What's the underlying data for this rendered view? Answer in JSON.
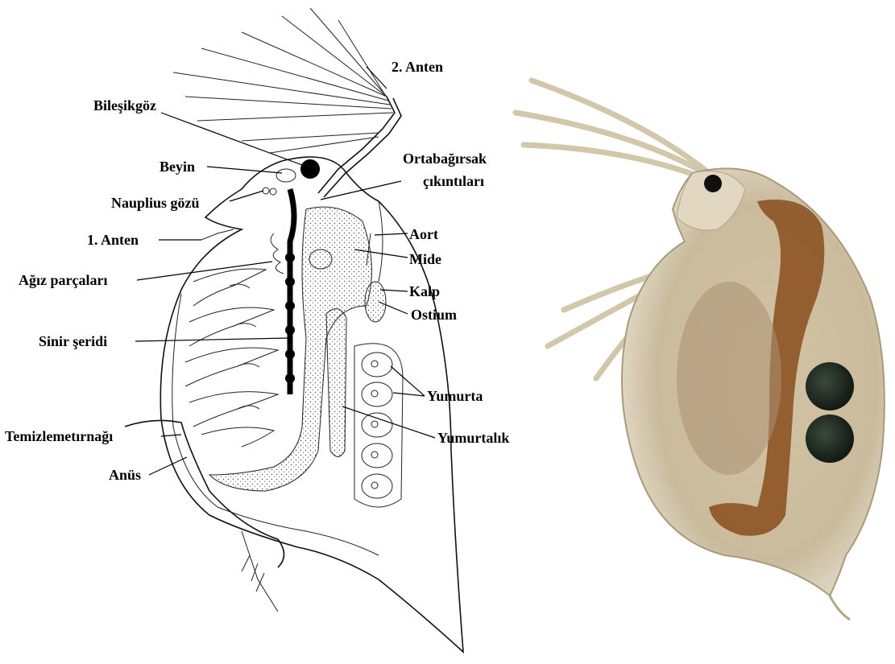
{
  "diagram": {
    "labels": {
      "anten2": "2. Anten",
      "bilesikgoz": "Bileşikgöz",
      "beyin": "Beyin",
      "ortabagirsak_1": "Ortabağırsak",
      "ortabagirsak_2": "çıkıntıları",
      "nauplius": "Nauplius gözü",
      "anten1": "1. Anten",
      "aort": "Aort",
      "mide": "Mide",
      "agiz": "Ağız parçaları",
      "kalp": "Kalp",
      "ostium": "Ostium",
      "sinir": "Sinir şeridi",
      "yumurta": "Yumurta",
      "temizleme": "Temizlemetırnağı",
      "yumurtalik": "Yumurtalık",
      "anus": "Anüs"
    }
  },
  "colors": {
    "ink": "#000000",
    "photo_body": "#d8cbb2",
    "photo_gut": "#8a4e1c",
    "photo_eggs": "#1f2a22"
  }
}
